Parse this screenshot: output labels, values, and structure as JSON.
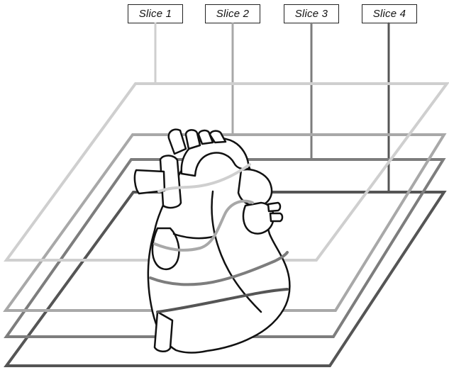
{
  "slices": [
    {
      "label": "Slice 1",
      "color": "#cfcfcf"
    },
    {
      "label": "Slice 2",
      "color": "#a8a8a8"
    },
    {
      "label": "Slice 3",
      "color": "#7d7d7d"
    },
    {
      "label": "Slice 4",
      "color": "#555555"
    }
  ],
  "heart": {
    "stroke": "#111111"
  }
}
